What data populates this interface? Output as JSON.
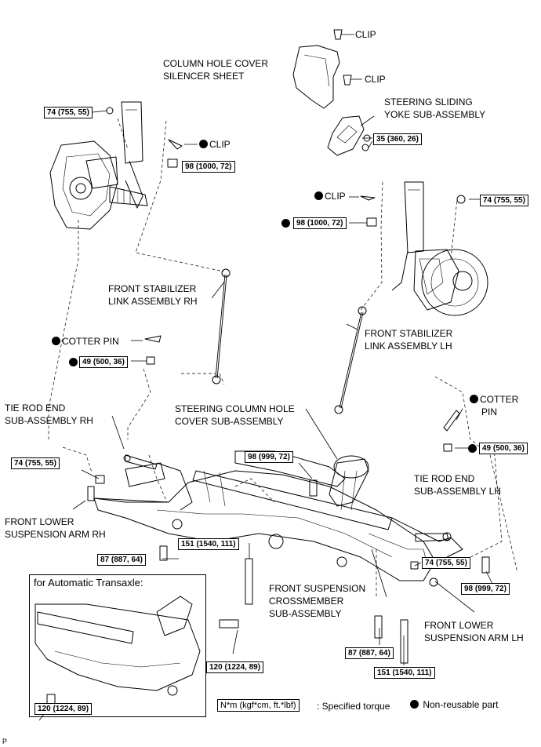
{
  "labels": {
    "clip_top": "CLIP",
    "clip_mid": "CLIP",
    "column_hole_cover_silencer": [
      "COLUMN HOLE COVER",
      "SILENCER SHEET"
    ],
    "steering_sliding_yoke": [
      "STEERING SLIDING",
      "YOKE SUB-ASSEMBLY"
    ],
    "clip_rh": "CLIP",
    "clip_lh": "CLIP",
    "front_stabilizer_link_rh": [
      "FRONT STABILIZER",
      "LINK ASSEMBLY RH"
    ],
    "front_stabilizer_link_lh": [
      "FRONT STABILIZER",
      "LINK ASSEMBLY LH"
    ],
    "cotter_pin_rh": "COTTER PIN",
    "cotter_pin_lh": [
      "COTTER",
      "PIN"
    ],
    "tie_rod_end_rh": [
      "TIE ROD END",
      "SUB-ASSEMBLY RH"
    ],
    "tie_rod_end_lh": [
      "TIE ROD END",
      "SUB-ASSEMBLY LH"
    ],
    "steering_column_hole_cover": [
      "STEERING COLUMN HOLE",
      "COVER SUB-ASSEMBLY"
    ],
    "front_lower_arm_rh": [
      "FRONT LOWER",
      "SUSPENSION ARM RH"
    ],
    "front_lower_arm_lh": [
      "FRONT LOWER",
      "SUSPENSION ARM LH"
    ],
    "front_suspension_crossmember": [
      "FRONT SUSPENSION",
      "CROSSMEMBER",
      "SUB-ASSEMBLY"
    ]
  },
  "torques": {
    "t_74_rh_top": "74 (755, 55)",
    "t_98_rh": "98 (1000, 72)",
    "t_35": "35 (360, 26)",
    "t_74_lh_top": "74 (755, 55)",
    "t_98_lh": "98 (1000, 72)",
    "t_49_rh": "49 (500, 36)",
    "t_49_lh": "49 (500, 36)",
    "t_74_rh_low": "74 (755, 55)",
    "t_98_999_top": "98 (999, 72)",
    "t_151_left": "151 (1540, 111)",
    "t_87_left": "87 (887, 64)",
    "t_74_lh_low": "74 (755, 55)",
    "t_98_999_low": "98 (999, 72)",
    "t_120_main": "120 (1224, 89)",
    "t_87_right": "87 (887, 64)",
    "t_151_right": "151 (1540, 111)",
    "t_120_inset": "120 (1224, 89)"
  },
  "inset": {
    "title": "for Automatic Transaxle:"
  },
  "legend": {
    "torque_unit": "N*m (kgf*cm, ft.*lbf)",
    "specified_torque": ": Specified torque",
    "non_reusable": "Non-reusable part"
  },
  "figure_code": "P"
}
